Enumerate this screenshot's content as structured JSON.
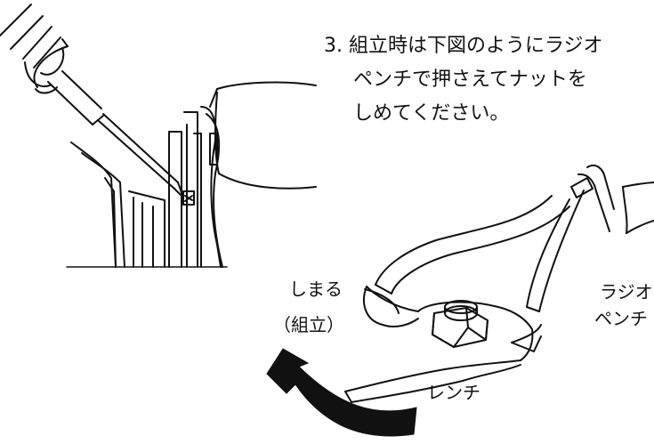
{
  "instruction": {
    "line1": "3. 組立時は下図のようにラジオ",
    "line2": "ペンチで押さえてナットを",
    "line3": "しめてください。"
  },
  "labels": {
    "tighten": "しまる",
    "assembly": "（組立）",
    "radio_pliers_1": "ラジオ",
    "radio_pliers_2": "ペンチ",
    "wrench": "レンチ"
  },
  "illustrations": {
    "screwdriver": "screwdriver-icon",
    "assembly": "panel-assembly-icon",
    "pliers": "radio-pliers-icon",
    "nut": "hex-nut-icon",
    "wrench": "wrench-icon",
    "arrow": "curved-arrow-icon"
  },
  "colors": {
    "ink": "#111111",
    "background": "#ffffff"
  }
}
